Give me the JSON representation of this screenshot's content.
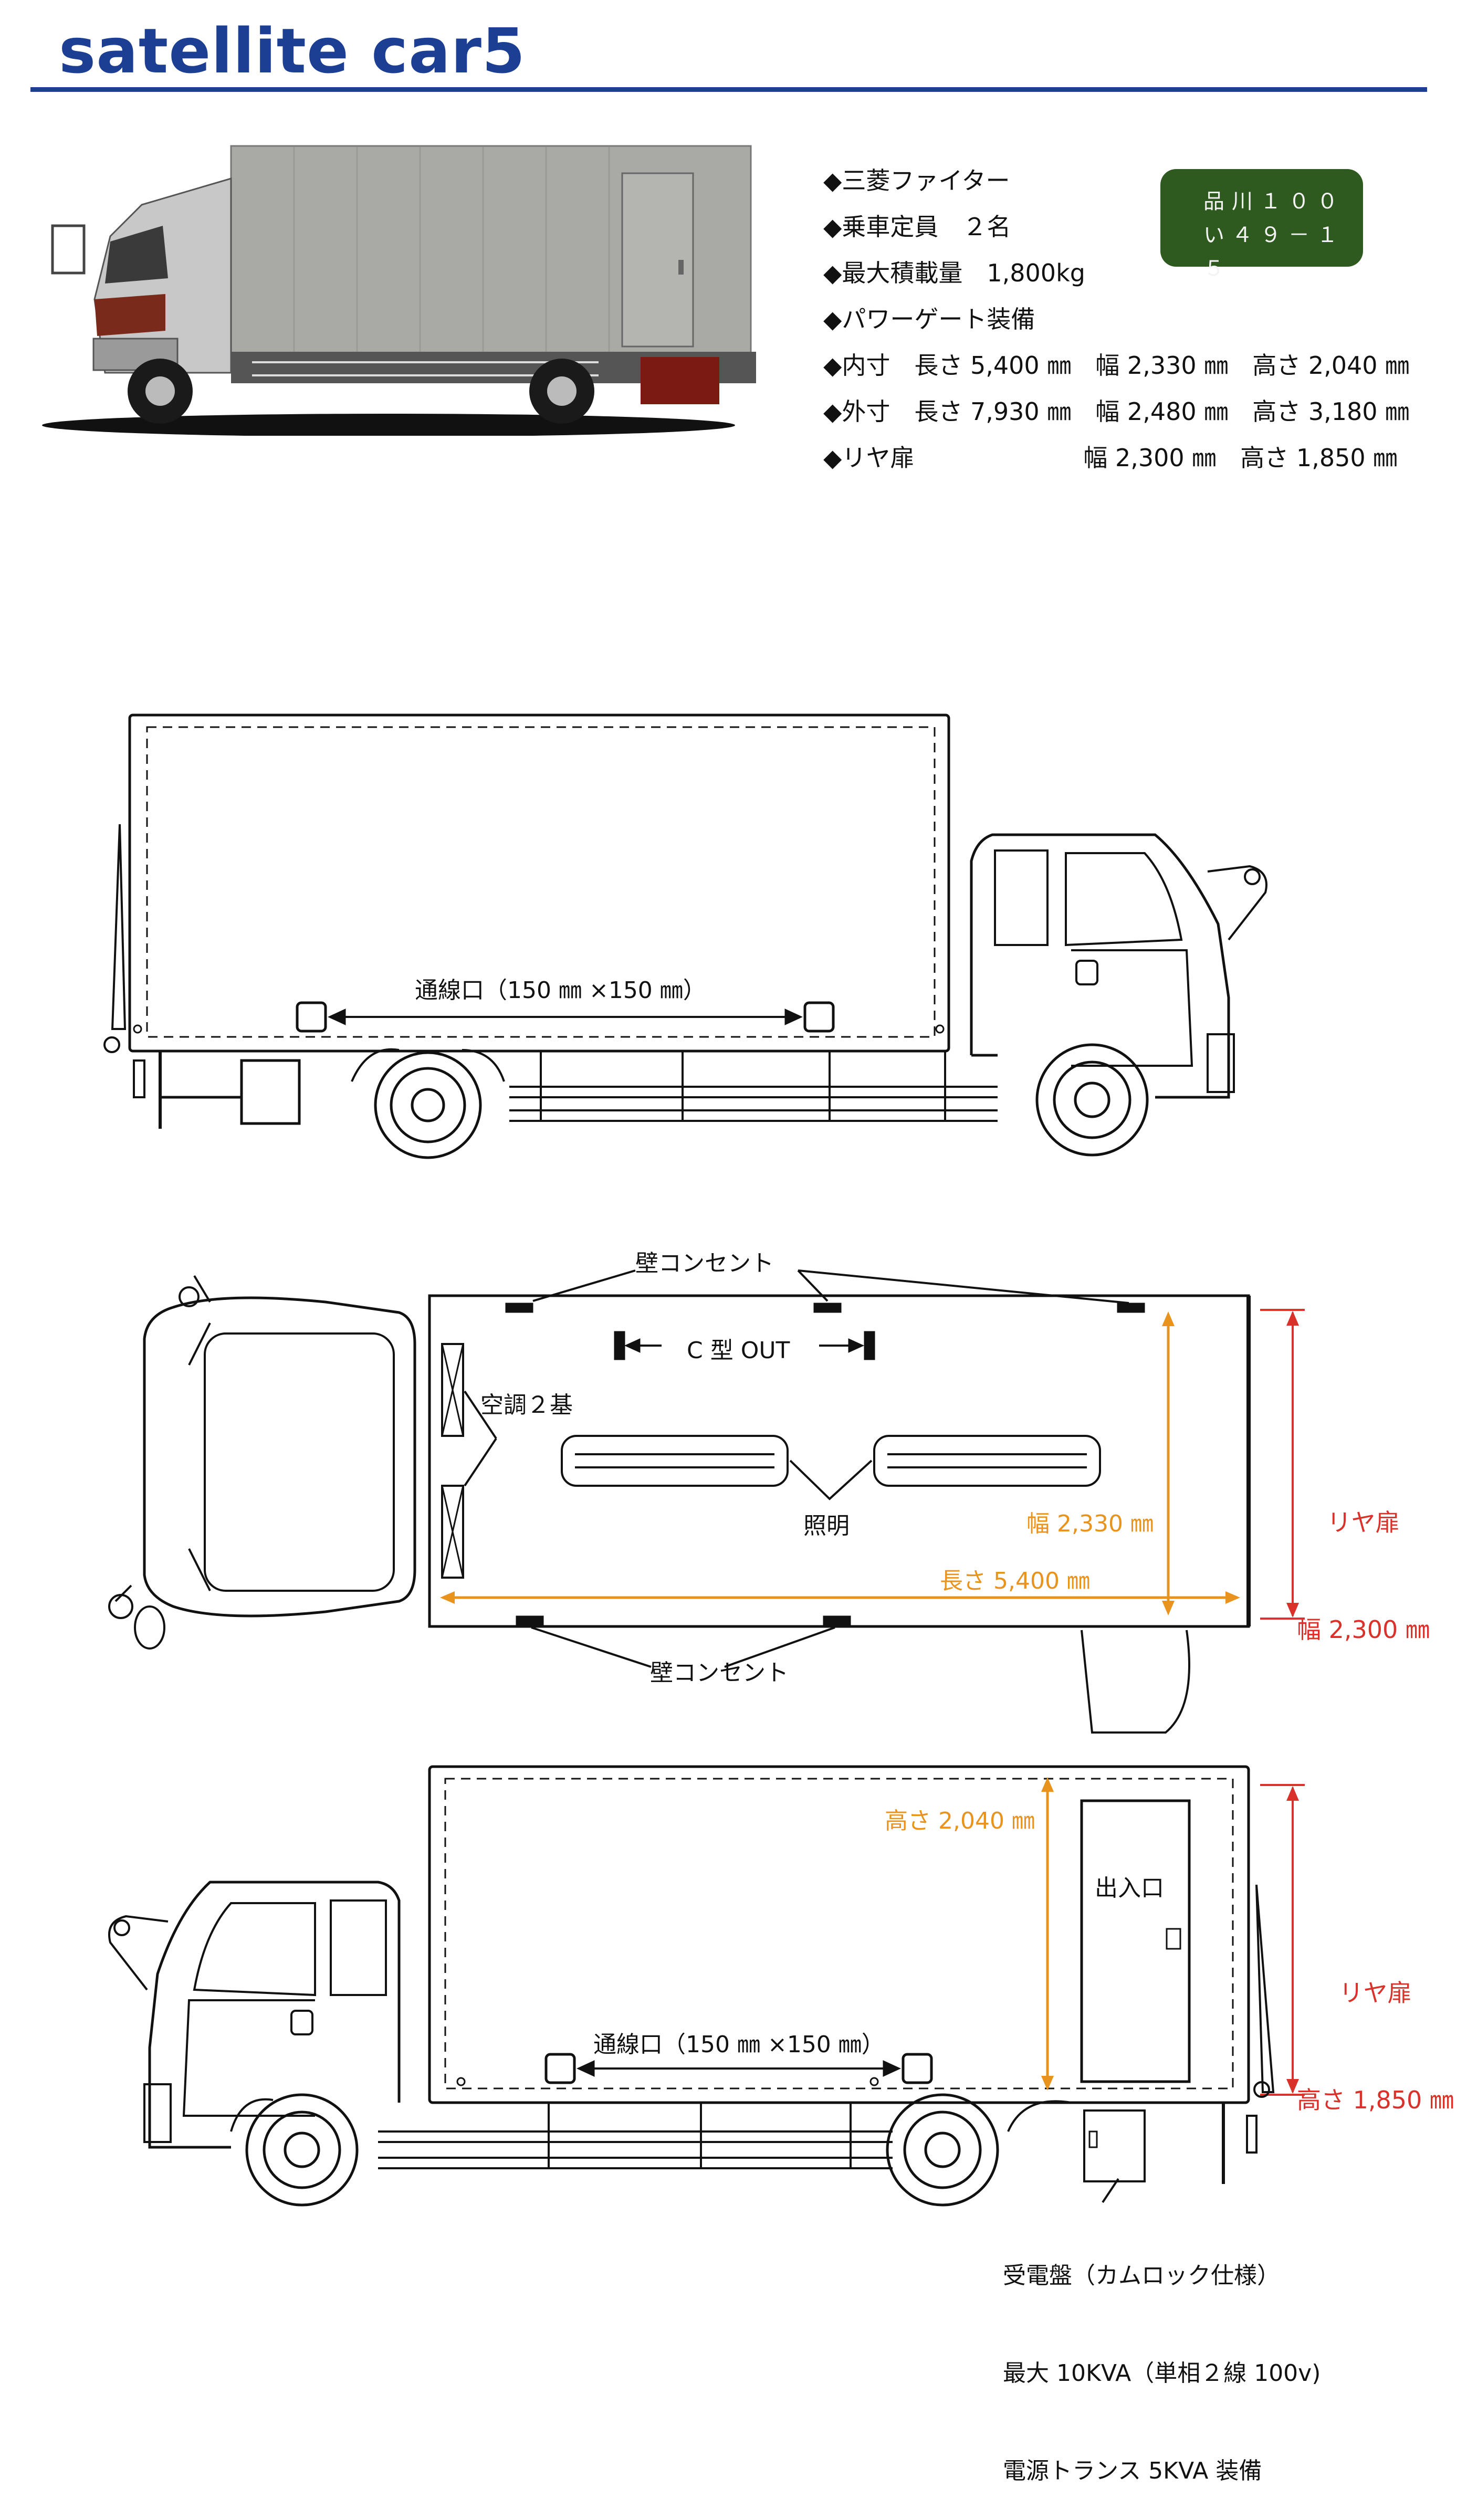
{
  "title": "satellite car5",
  "specs": [
    "◆三菱ファイター",
    "◆乗車定員　２名",
    "◆最大積載量　1,800kg",
    "◆パワーゲート装備",
    "◆内寸　長さ 5,400 ㎜　幅 2,330 ㎜　高さ 2,040 ㎜",
    "◆外寸　長さ 7,930 ㎜　幅 2,480 ㎜　高さ 3,180 ㎜",
    "◆リヤ扉　　　　　　　幅 2,300 ㎜　高さ 1,850 ㎜"
  ],
  "plate": {
    "line1": "品川１００",
    "line2": "い４９－１５"
  },
  "side_view_1": {
    "cable_port": "通線口（150 ㎜ ×150 ㎜）"
  },
  "top_view": {
    "wall_outlet_top": "壁コンセント",
    "c_type_out": "C 型 OUT",
    "aircon": "空調２基",
    "lighting": "照明",
    "width_inner": "幅 2,330 ㎜",
    "length_inner": "長さ 5,400 ㎜",
    "wall_outlet_bottom": "壁コンセント",
    "rear_door_title": "リヤ扉",
    "rear_door_width": "幅 2,300 ㎜"
  },
  "side_view_2": {
    "height_inner": "高さ 2,040 ㎜",
    "entrance": "出入口",
    "cable_port": "通線口（150 ㎜ ×150 ㎜）",
    "rear_door_title": "リヤ扉",
    "rear_door_height": "高さ 1,850 ㎜",
    "power_panel": [
      "受電盤（カムロック仕様）",
      "最大 10KVA（単相２線 100v)",
      "電源トランス 5KVA 装備"
    ]
  },
  "colors": {
    "title_blue": "#1c3f93",
    "plate_green": "#2f5a1f",
    "dim_orange": "#e8931e",
    "dim_red": "#d8322a"
  }
}
